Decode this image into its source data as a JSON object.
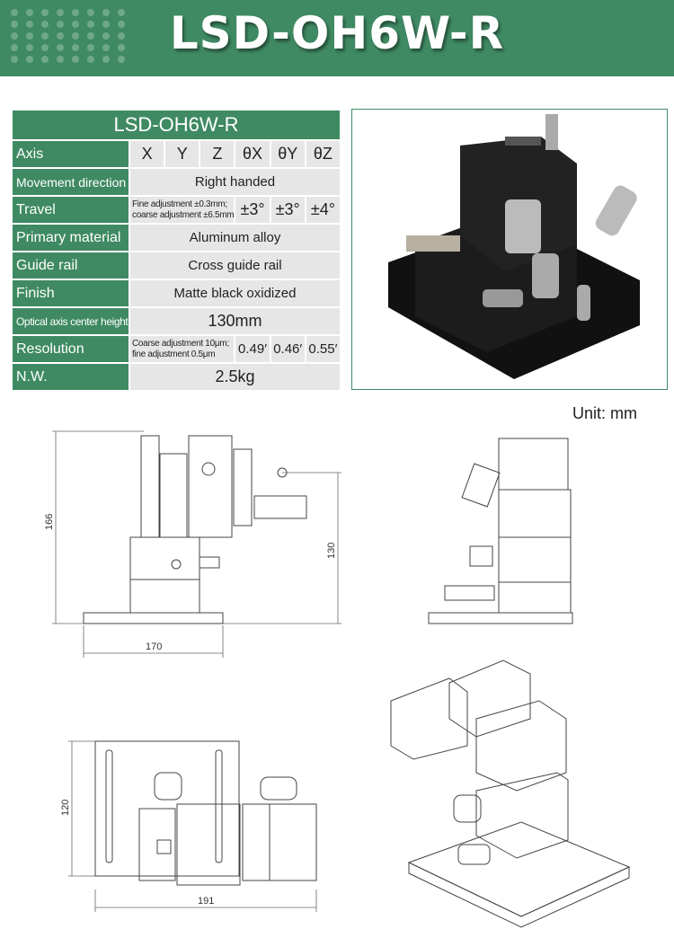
{
  "banner": {
    "title": "LSD-OH6W-R"
  },
  "table": {
    "title": "LSD-OH6W-R",
    "axis": {
      "label": "Axis",
      "values": [
        "X",
        "Y",
        "Z",
        "θX",
        "θY",
        "θZ"
      ]
    },
    "movement_direction": {
      "label": "Movement direction",
      "value": "Right handed"
    },
    "travel": {
      "label": "Travel",
      "linear_line1": "Fine adjustment ±0.3mm;",
      "linear_line2": "coarse adjustment ±6.5mm",
      "theta_x": "±3°",
      "theta_y": "±3°",
      "theta_z": "±4°"
    },
    "primary_material": {
      "label": "Primary material",
      "value": "Aluminum alloy"
    },
    "guide_rail": {
      "label": "Guide rail",
      "value": "Cross guide rail"
    },
    "finish": {
      "label": "Finish",
      "value": "Matte black oxidized"
    },
    "optical_height": {
      "label": "Optical axis center height",
      "value": "130mm"
    },
    "resolution": {
      "label": "Resolution",
      "linear_line1": "Coarse adjustment 10μm;",
      "linear_line2": "fine adjustment 0.5μm",
      "theta_x": "0.49′",
      "theta_y": "0.46′",
      "theta_z": "0.55′"
    },
    "net_weight": {
      "label": "N.W.",
      "value": "2.5kg"
    }
  },
  "drawings": {
    "unit": "Unit: mm",
    "height_total": "166",
    "height_optical": "130",
    "width_front": "170",
    "depth_top": "120",
    "width_top": "191"
  },
  "colors": {
    "brand_green": "#3f8a63",
    "cell_gray": "#e6e6e6"
  }
}
